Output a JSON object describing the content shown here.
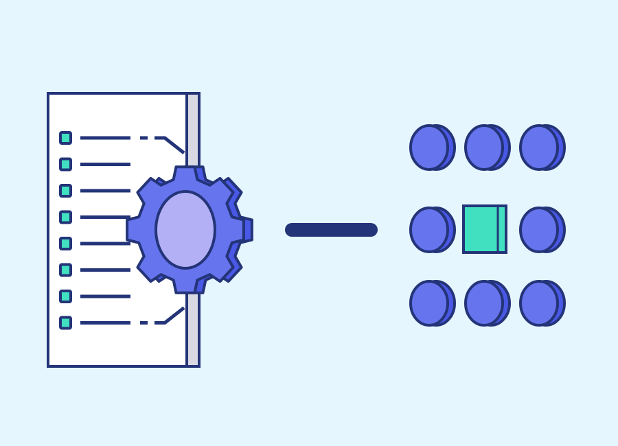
{
  "colors": {
    "background": "#e6f6fe",
    "outline": "#243478",
    "paper": "#ffffff",
    "paper_edge": "#d9d9e3",
    "checkbox": "#40e0c0",
    "gear_face": "#6674ee",
    "gear_side": "#4a58e6",
    "gear_center": "#b4b0f5",
    "node_face": "#6674ee",
    "node_side": "#4a58e6",
    "highlight_node": "#40e0c0"
  },
  "document": {
    "line_count": 8
  },
  "grid": {
    "rows": 3,
    "cols": 3,
    "highlighted_index": 4
  }
}
